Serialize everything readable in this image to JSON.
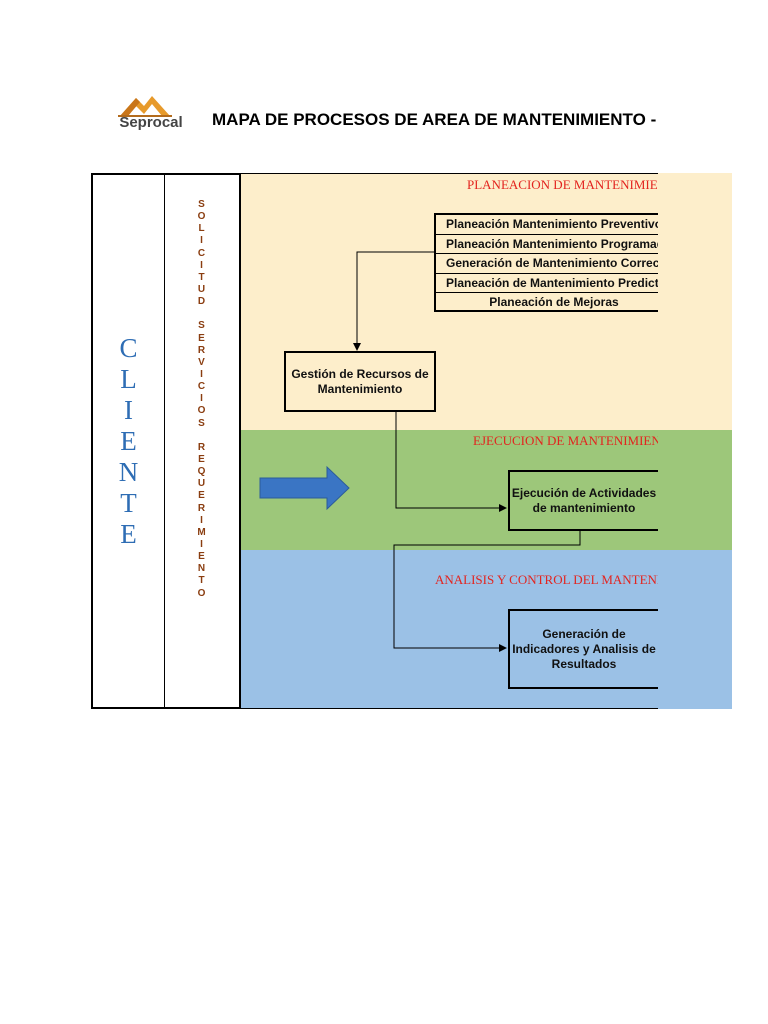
{
  "header": {
    "logo_text": "Seprocal",
    "title": "MAPA DE PROCESOS DE AREA DE MANTENIMIENTO - "
  },
  "left": {
    "cliente": [
      "C",
      "L",
      "I",
      "E",
      "N",
      "T",
      "E"
    ],
    "solicitud": [
      "S",
      "O",
      "L",
      "I",
      "C",
      "I",
      "T",
      "U",
      "D",
      " ",
      "S",
      "E",
      "R",
      "V",
      "I",
      "C",
      "I",
      "O",
      "S",
      " ",
      "R",
      "E",
      "Q",
      "U",
      "E",
      "R",
      "I",
      "M",
      "I",
      "E",
      "N",
      "T",
      "O"
    ]
  },
  "bands": {
    "plan_title": "PLANEACION DE MANTENIMIENTO",
    "ejec_title": "EJECUCION DE MANTENIMIENTO",
    "anal_title": "ANALISIS Y CONTROL DEL MANTENIMIENTO"
  },
  "plan_list": [
    "Planeación Mantenimiento Preventivo",
    "Planeación Mantenimiento Programado",
    "Generación de Mantenimiento Correctivo",
    "Planeación de Mantenimiento Predictivo",
    "Planeación de Mejoras"
  ],
  "boxes": {
    "gestion": "Gestión de Recursos de Mantenimiento",
    "ejecucion": "Ejecución de Actividades de mantenimiento",
    "generacion": "Generación de Indicadores y Analisis de Resultados"
  },
  "colors": {
    "plan_band": "#fdeecb",
    "ejec_band": "#9dc77a",
    "anal_band": "#9bc1e6",
    "band_title": "#e3241f",
    "cliente": "#2e6db4",
    "solicitud": "#8a3d10",
    "arrow": "#3a75c4",
    "logo_orange": "#e79a2b"
  }
}
